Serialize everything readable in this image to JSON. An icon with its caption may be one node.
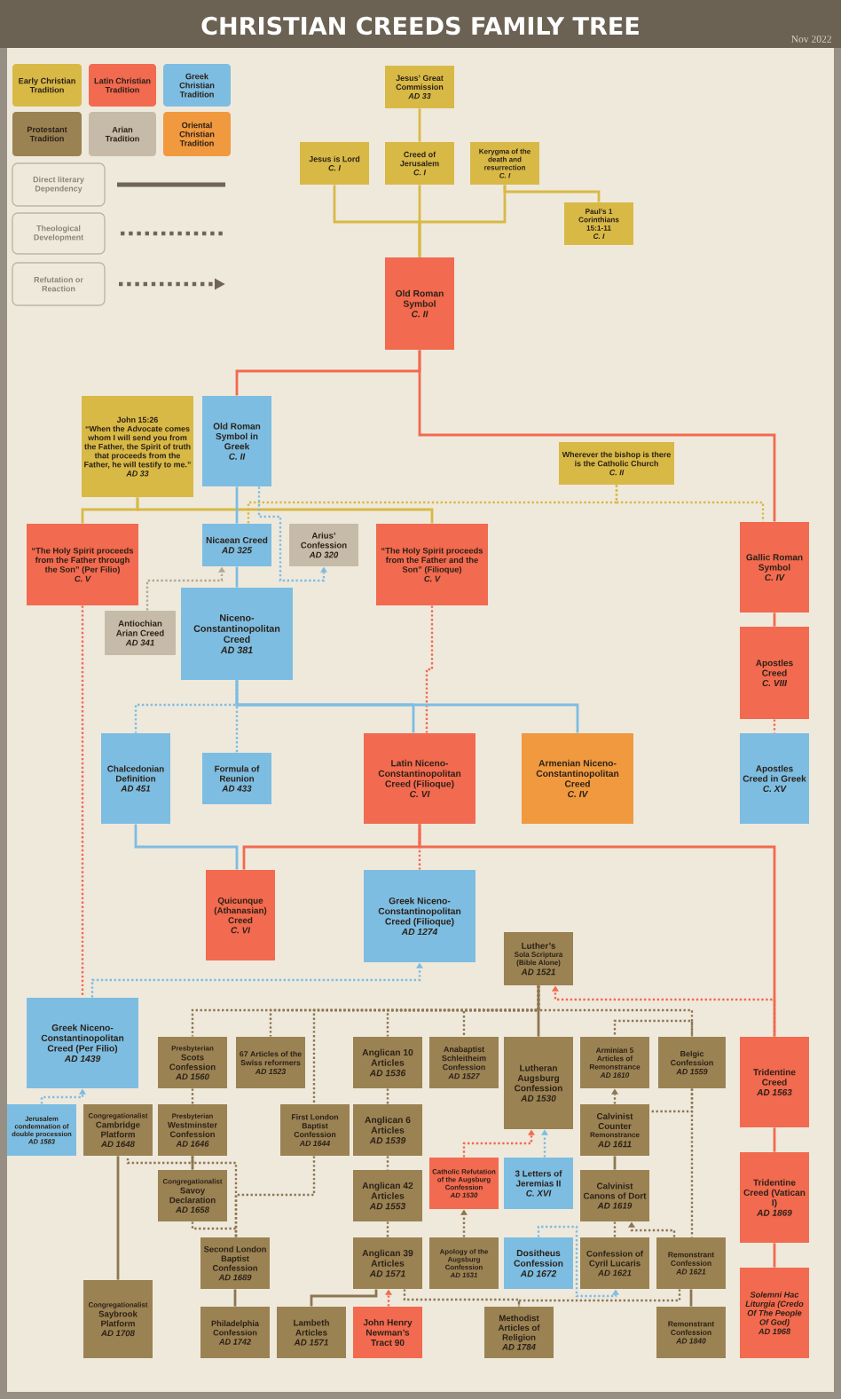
{
  "diagram": {
    "title": "CHRISTIAN CREEDS FAMILY TREE",
    "nodes": [
      {
        "text": [
          "Jesus’ Great Commission",
          "AD 33"
        ]
      },
      {
        "text": [
          "Jesus is Lord",
          "C. I"
        ]
      },
      {
        "text": [
          "Creed of Jerusalem",
          "C. I"
        ]
      },
      {
        "text": [
          "Kerygma of the death and resurrection",
          "C. I"
        ]
      },
      {
        "text": [
          "Paul’s 1 Corinthians 15:1-11",
          "C. I"
        ]
      },
      {
        "text": [
          "Old Roman Symbol",
          "C. II"
        ]
      },
      {
        "text": [
          "John 15:26",
          "“When the Advocate comes whom I will send you from the Father, the Spirit of truth that proceeds from the Father, he will testify to me.”",
          "AD 33"
        ]
      },
      {
        "text": [
          "Old Roman Symbol in Greek",
          "C. II"
        ]
      },
      {
        "text": [
          "Wherever the bishop is there is the Catholic Church",
          "C. II"
        ]
      },
      {
        "text": [
          "“The Holy Spirit proceeds from the Father through the Son” (Per Filio)",
          "C. V"
        ]
      },
      {
        "text": [
          "Nicaean Creed",
          "AD 325"
        ]
      },
      {
        "text": [
          "Arius’ Confession",
          "AD 320"
        ]
      },
      {
        "text": [
          "“The Holy Spirit proceeds from the Father and the Son” (Filioque)",
          "C. V"
        ]
      },
      {
        "text": [
          "Gallic Roman Symbol",
          "C. IV"
        ]
      },
      {
        "text": [
          "Antiochian Arian Creed",
          "AD 341"
        ]
      },
      {
        "text": [
          "Niceno-Constantinopolitan Creed",
          "AD 381"
        ]
      },
      {
        "text": [
          "Apostles Creed",
          "C. VIII"
        ]
      },
      {
        "text": [
          "Chalcedonian Definition",
          "AD 451"
        ]
      },
      {
        "text": [
          "Formula of Reunion",
          "AD 433"
        ]
      },
      {
        "text": [
          "Latin Niceno-Constantinopolitan Creed (Filioque)",
          "C. VI"
        ]
      },
      {
        "text": [
          "Armenian Niceno-Constantinopolitan Creed",
          "C. IV"
        ]
      },
      {
        "text": [
          "Apostles Creed in Greek",
          "C. XV"
        ]
      },
      {
        "text": [
          "Quicunque (Athanasian) Creed",
          "C. VI"
        ]
      },
      {
        "text": [
          "Greek Niceno-Constantinopolitan Creed (Filioque)",
          "AD 1274"
        ]
      },
      {
        "text": [
          "Luther’s",
          "Sola Scriptura (Bible Alone)",
          "AD 1521"
        ]
      },
      {
        "text": [
          "Greek Niceno-Constantinopolitan Creed (Per Filio)",
          "AD 1439"
        ]
      },
      {
        "text": [
          "Presbyterian",
          "Scots Confession",
          "AD 1560"
        ]
      },
      {
        "text": [
          "67 Articles of the Swiss reformers",
          "AD 1523"
        ]
      },
      {
        "text": [
          "Anglican 10 Articles",
          "AD 1536"
        ]
      },
      {
        "text": [
          "Anabaptist Schleitheim Confession",
          "AD 1527"
        ]
      },
      {
        "text": [
          "Lutheran Augsburg Confession",
          "AD 1530"
        ]
      },
      {
        "text": [
          "Arminian 5 Articles of Remonstrance",
          "AD 1610"
        ]
      },
      {
        "text": [
          "Belgic Confession",
          "AD 1559"
        ]
      },
      {
        "text": [
          "Tridentine Creed",
          "AD 1563"
        ]
      },
      {
        "text": [
          "Jerusalem condemnation of double procession",
          "AD 1583"
        ]
      },
      {
        "text": [
          "Congregationalist",
          "Cambridge Platform",
          "AD 1648"
        ]
      },
      {
        "text": [
          "Presbyterian",
          "Westminster Confession",
          "AD 1646"
        ]
      },
      {
        "text": [
          "First London Baptist Confession",
          "AD 1644"
        ]
      },
      {
        "text": [
          "Anglican 6 Articles",
          "AD 1539"
        ]
      },
      {
        "text": [
          "Calvinist Counter",
          "Remonstrance",
          "AD 1611"
        ]
      },
      {
        "text": [
          "Tridentine Creed (Vatican I)",
          "AD 1869"
        ]
      },
      {
        "text": [
          "Catholic Refutation of the Augsburg Confession",
          "AD 1530"
        ]
      },
      {
        "text": [
          "3 Letters of Jeremias II",
          "C. XVI"
        ]
      },
      {
        "text": [
          "Congregationalist",
          "Savoy Declaration",
          "AD 1658"
        ]
      },
      {
        "text": [
          "Anglican 42 Articles",
          "AD 1553"
        ]
      },
      {
        "text": [
          "Calvinist Canons of Dort",
          "AD 1619"
        ]
      },
      {
        "text": [
          "Second London Baptist Confession",
          "AD 1689"
        ]
      },
      {
        "text": [
          "Anglican 39 Articles",
          "AD 1571"
        ]
      },
      {
        "text": [
          "Apology of the Augsburg Confession",
          "AD 1531"
        ]
      },
      {
        "text": [
          "Dositheus Confession",
          "AD 1672"
        ]
      },
      {
        "text": [
          "Confession of Cyril Lucaris",
          "AD 1621"
        ]
      },
      {
        "text": [
          "Remonstrant Confession",
          "AD 1621"
        ]
      },
      {
        "text": [
          "Solemni Hac Liturgia (Credo Of The People Of God)",
          "AD 1968"
        ]
      },
      {
        "text": [
          "Congregationalist",
          "Saybrook Platform",
          "AD 1708"
        ]
      },
      {
        "text": [
          "Philadelphia Confession",
          "AD 1742"
        ]
      },
      {
        "text": [
          "Lambeth Articles",
          "AD 1571"
        ]
      },
      {
        "text": [
          "John Henry Newman’s Tract 90"
        ]
      },
      {
        "text": [
          "Methodist Articles of Religion",
          "AD 1784"
        ]
      },
      {
        "text": [
          "Remonstrant Confession",
          "AD 1840"
        ]
      }
    ],
    "edges": [
      {
        "from": 0,
        "to": 2,
        "arrow": "none",
        "color": "#d8b946"
      },
      {
        "from": 1,
        "to": 5,
        "arrow": "none",
        "color": "#d8b946"
      },
      {
        "from": 2,
        "to": 5,
        "arrow": "none",
        "color": "#d8b946"
      },
      {
        "from": 3,
        "to": 5,
        "arrow": "none",
        "color": "#d8b946"
      },
      {
        "from": 3,
        "to": 4,
        "arrow": "none",
        "color": "#d8b946"
      },
      {
        "from": 5,
        "to": 7,
        "arrow": "none",
        "color": "#f26a4f"
      },
      {
        "from": 5,
        "to": 13,
        "arrow": "none",
        "color": "#f26a4f"
      },
      {
        "from": 6,
        "to": 9,
        "arrow": "none",
        "color": "#d8b946"
      },
      {
        "from": 6,
        "to": 12,
        "arrow": "none",
        "color": "#d8b946"
      },
      {
        "from": 7,
        "to": 10,
        "arrow": "none",
        "color": "#7dbde2"
      },
      {
        "from": 7,
        "to": 11,
        "arrow": "to",
        "style": "dashed",
        "color": "#7dbde2"
      },
      {
        "from": 8,
        "to": 10,
        "arrow": "none",
        "style": "dashed",
        "color": "#d8b946"
      },
      {
        "from": 8,
        "to": 13,
        "arrow": "none",
        "style": "dashed",
        "color": "#d8b946"
      },
      {
        "from": 9,
        "to": 25,
        "arrow": "none",
        "style": "dashed",
        "color": "#f26a4f"
      },
      {
        "from": 10,
        "to": 15,
        "arrow": "none",
        "color": "#7dbde2"
      },
      {
        "from": 12,
        "to": 19,
        "arrow": "none",
        "style": "dashed",
        "color": "#f26a4f"
      },
      {
        "from": 13,
        "to": 16,
        "arrow": "none",
        "color": "#f26a4f"
      },
      {
        "from": 14,
        "to": 10,
        "arrow": "to",
        "style": "dashed",
        "color": "#b3a893"
      },
      {
        "from": 15,
        "to": 17,
        "arrow": "none",
        "style": "dashed",
        "color": "#7dbde2"
      },
      {
        "from": 15,
        "to": 18,
        "arrow": "none",
        "style": "dashed",
        "color": "#7dbde2"
      },
      {
        "from": 15,
        "to": 19,
        "arrow": "none",
        "color": "#7dbde2"
      },
      {
        "from": 15,
        "to": 20,
        "arrow": "none",
        "color": "#7dbde2"
      },
      {
        "from": 16,
        "to": 21,
        "arrow": "none",
        "style": "dashed",
        "color": "#f26a4f"
      },
      {
        "from": 17,
        "to": 22,
        "arrow": "none",
        "color": "#7dbde2"
      },
      {
        "from": 19,
        "to": 22,
        "arrow": "none",
        "color": "#f26a4f"
      },
      {
        "from": 19,
        "to": 23,
        "arrow": "none",
        "style": "dashed",
        "color": "#f26a4f"
      },
      {
        "from": 19,
        "to": 33,
        "arrow": "none",
        "color": "#f26a4f"
      },
      {
        "from": 24,
        "to": 26,
        "arrow": "none",
        "style": "dashed"
      },
      {
        "from": 24,
        "to": 27,
        "arrow": "none",
        "style": "dashed"
      },
      {
        "from": 24,
        "to": 37,
        "arrow": "none",
        "style": "dashed"
      },
      {
        "from": 24,
        "to": 28,
        "arrow": "none",
        "style": "dashed"
      },
      {
        "from": 24,
        "to": 29,
        "arrow": "none",
        "style": "dashed"
      },
      {
        "from": 24,
        "to": 30,
        "arrow": "none"
      },
      {
        "from": 24,
        "to": 32,
        "arrow": "none",
        "style": "dashed"
      },
      {
        "from": 25,
        "to": 23,
        "arrow": "to",
        "style": "dashed",
        "color": "#7dbde2"
      },
      {
        "from": 33,
        "to": 24,
        "arrow": "to",
        "style": "dashed",
        "color": "#f26a4f"
      },
      {
        "from": 33,
        "to": 40,
        "arrow": "none",
        "color": "#f26a4f"
      },
      {
        "from": 40,
        "to": 52,
        "arrow": "none",
        "color": "#f26a4f"
      },
      {
        "from": 32,
        "to": 31,
        "arrow": "none",
        "style": "dashed"
      },
      {
        "from": 34,
        "to": 25,
        "arrow": "to",
        "style": "dashed",
        "color": "#7dbde2"
      },
      {
        "from": 26,
        "to": 36,
        "arrow": "none",
        "style": "dashed"
      },
      {
        "from": 36,
        "to": 35,
        "arrow": "none",
        "style": "dashed"
      },
      {
        "from": 36,
        "to": 43,
        "arrow": "none"
      },
      {
        "from": 36,
        "to": 46,
        "arrow": "none",
        "style": "dashed"
      },
      {
        "from": 43,
        "to": 46,
        "arrow": "none",
        "style": "dashed"
      },
      {
        "from": 37,
        "to": 46,
        "arrow": "none",
        "style": "dashed"
      },
      {
        "from": 35,
        "to": 53,
        "arrow": "none"
      },
      {
        "from": 46,
        "to": 54,
        "arrow": "none"
      },
      {
        "from": 28,
        "to": 38,
        "arrow": "none",
        "style": "dashed"
      },
      {
        "from": 38,
        "to": 44,
        "arrow": "none",
        "style": "dashed"
      },
      {
        "from": 44,
        "to": 47,
        "arrow": "none",
        "style": "dashed"
      },
      {
        "from": 47,
        "to": 55,
        "arrow": "none"
      },
      {
        "from": 56,
        "to": 47,
        "arrow": "to",
        "style": "dashed",
        "color": "#f26a4f"
      },
      {
        "from": 47,
        "to": 57,
        "arrow": "none",
        "style": "dashed"
      },
      {
        "from": 41,
        "to": 30,
        "arrow": "to",
        "style": "dashed",
        "color": "#f26a4f"
      },
      {
        "from": 42,
        "to": 30,
        "arrow": "to",
        "style": "dashed",
        "color": "#7dbde2"
      },
      {
        "from": 48,
        "to": 41,
        "arrow": "to",
        "style": "dashed"
      },
      {
        "from": 39,
        "to": 31,
        "arrow": "to",
        "style": "dashed"
      },
      {
        "from": 39,
        "to": 45,
        "arrow": "none"
      },
      {
        "from": 32,
        "to": 39,
        "arrow": "none",
        "style": "dashed"
      },
      {
        "from": 32,
        "to": 51,
        "arrow": "none",
        "style": "dashed"
      },
      {
        "from": 51,
        "to": 45,
        "arrow": "to",
        "style": "dashed"
      },
      {
        "from": 45,
        "to": 50,
        "arrow": "none",
        "style": "dashed"
      },
      {
        "from": 49,
        "to": 50,
        "arrow": "to",
        "style": "dashed",
        "color": "#7dbde2"
      },
      {
        "from": 51,
        "to": 57,
        "arrow": "none",
        "style": "dashed"
      },
      {
        "from": 51,
        "to": 58,
        "arrow": "none"
      }
    ],
    "labels": [
      "Nov 2022"
    ],
    "legend": [
      {
        "text": "Early Christian Tradition",
        "color": "#d8b946"
      },
      {
        "text": "Latin Christian Tradition",
        "color": "#f26a4f"
      },
      {
        "text": "Greek Christian Tradition",
        "color": "#7dbde2"
      },
      {
        "text": "Protestant Tradition",
        "color": "#9b8253"
      },
      {
        "text": "Arian Tradition",
        "color": "#c6bba8"
      },
      {
        "text": "Oriental Christian Tradition",
        "color": "#f0993e"
      },
      {
        "text": "Direct literary Dependency"
      },
      {
        "text": "Theological Development"
      },
      {
        "text": "Refutation or Reaction"
      }
    ]
  }
}
